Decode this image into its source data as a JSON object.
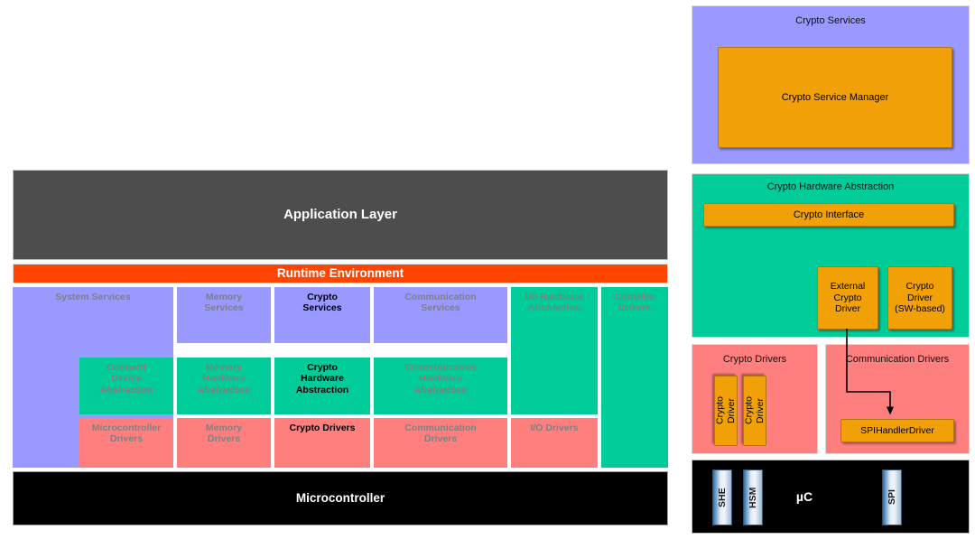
{
  "diagram": {
    "title": "AUTOSAR Crypto Stack",
    "colors": {
      "purple": "#9999ff",
      "green": "#00cc99",
      "pink": "#ff7f7f",
      "orange": "#f2a007",
      "rte_orange_red": "#ff4500",
      "app_gray": "#4d4d4d",
      "mcu_black": "#000000",
      "dim_text": "#808080",
      "highlight_text": "#000000"
    }
  },
  "stack": {
    "application_layer": "Application Layer",
    "runtime_environment": "Runtime Environment",
    "microcontroller": "Microcontroller",
    "columns": {
      "system_services": "System Services",
      "memory_services": "Memory\nServices",
      "crypto_services": "Crypto\nServices",
      "communication_services": "Communication\nServices",
      "io_hardware_abstraction": "I/O Hardware\nAbstraction",
      "complex_drivers": "Complex\nDrivers",
      "onboard_device_abstraction": "Onboard\nDevice\nAbstraction",
      "memory_hardware_abstraction": "Memory\nHardware\nAbstraction",
      "crypto_hardware_abstraction": "Crypto\nHardware\nAbstraction",
      "communication_hardware_abstraction": "Communication\nHardware\nAbstraction",
      "microcontroller_drivers": "Microcontroller Drivers",
      "memory_drivers": "Memory\nDrivers",
      "crypto_drivers": "Crypto Drivers",
      "communication_drivers": "Communication\nDrivers",
      "io_drivers": "I/O Drivers"
    }
  },
  "detail": {
    "crypto_services": {
      "title": "Crypto Services",
      "crypto_service_manager": "Crypto Service Manager"
    },
    "crypto_hardware_abstraction": {
      "title": "Crypto Hardware Abstraction",
      "crypto_interface": "Crypto Interface",
      "external_crypto_driver": "External\nCrypto\nDriver",
      "crypto_driver_sw": "Crypto\nDriver\n(SW-based)"
    },
    "crypto_drivers": {
      "title": "Crypto Drivers",
      "driver_1": "Crypto\nDriver",
      "driver_2": "Crypto\nDriver"
    },
    "communication_drivers": {
      "title": "Communication Drivers",
      "spi_handler_driver": "SPIHandlerDriver"
    },
    "microcontroller_hw": {
      "label": "µC",
      "she": "SHE",
      "hsm": "HSM",
      "spi": "SPI"
    }
  }
}
